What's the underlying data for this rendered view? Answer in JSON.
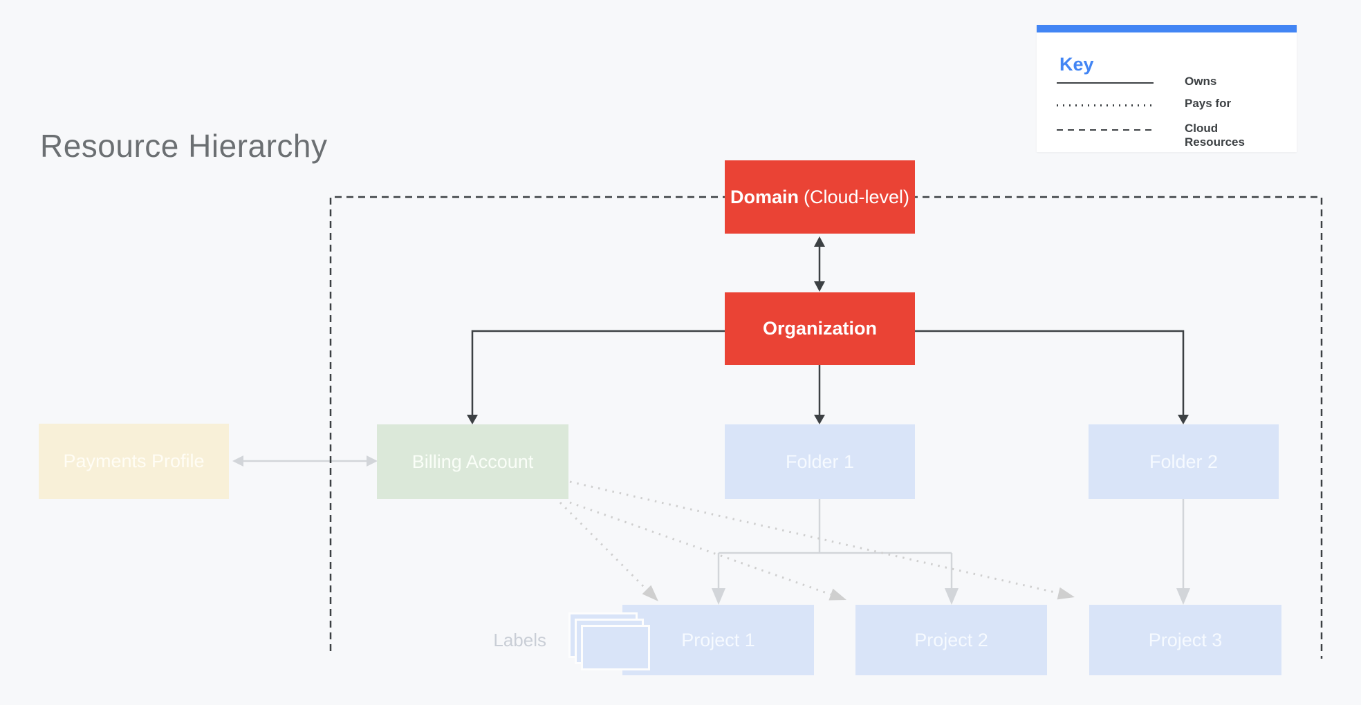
{
  "title": "Resource Hierarchy",
  "key": {
    "title": "Key",
    "items": [
      {
        "line": "solid",
        "label": "Owns"
      },
      {
        "line": "dotted",
        "label": "Pays for"
      },
      {
        "line": "dashed",
        "label": "Cloud Resources"
      }
    ]
  },
  "nodes": {
    "domain": {
      "bold": "Domain",
      "rest": "(Cloud-level)"
    },
    "organization": {
      "label": "Organization"
    },
    "payments_profile": {
      "label": "Payments Profile"
    },
    "billing_account": {
      "label": "Billing Account"
    },
    "folder1": {
      "label": "Folder 1"
    },
    "folder2": {
      "label": "Folder 2"
    },
    "project1": {
      "label": "Project 1"
    },
    "project2": {
      "label": "Project 2"
    },
    "project3": {
      "label": "Project 3"
    }
  },
  "annotations": {
    "labels_caption": "Labels"
  },
  "colors": {
    "bg": "#f7f8fa",
    "red": "#ea4335",
    "tan": "#f8f0d8",
    "green": "#dbe8d9",
    "bluebox": "#d9e4f8",
    "dark": "#3c4043",
    "keyblue": "#4285f4",
    "titlegray": "#6b6f72",
    "lightline": "#d2d5d9",
    "dotline": "#cfcfcf",
    "labelsgray": "#c9ced6"
  }
}
